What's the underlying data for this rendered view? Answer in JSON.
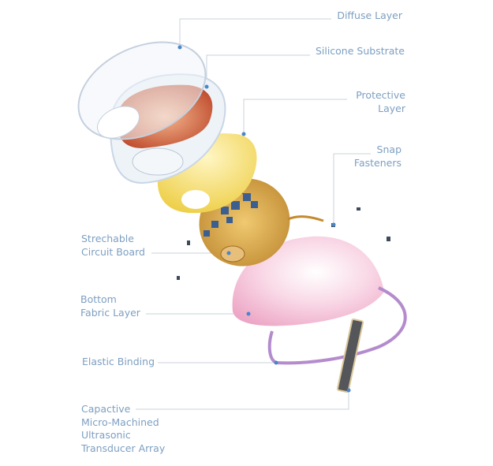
{
  "labels": {
    "diffuse_layer": "Diffuse Layer",
    "silicone_substrate": "Silicone Substrate",
    "protective_layer": [
      "Protective",
      "Layer"
    ],
    "snap_fasteners": [
      "Snap",
      "Fasteners"
    ],
    "circuit_board": [
      "Strechable",
      "Circuit Board"
    ],
    "bottom_fabric": [
      "Bottom",
      "Fabric Layer"
    ],
    "elastic_binding": "Elastic Binding",
    "transducer": [
      "Capactive",
      "Micro-Machined",
      "Ultrasonic",
      "Transducer Array"
    ]
  },
  "colors": {
    "label": "#7d9fc2",
    "leader": "#c9d3dd",
    "protective": "#f3dc5a",
    "circuit": "#d9a743",
    "bottom_fabric": "#f6c8dc",
    "elastic": "#b48ccd"
  }
}
